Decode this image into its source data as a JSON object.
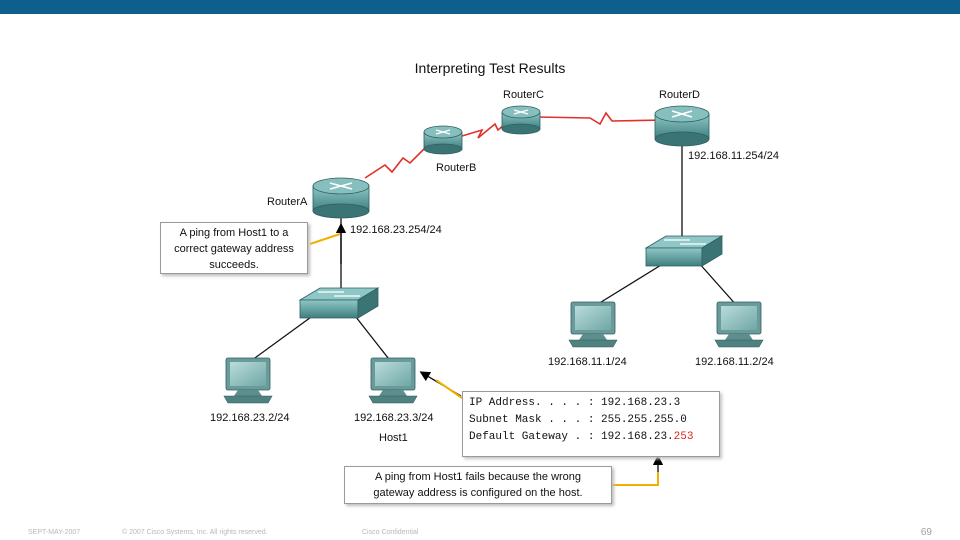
{
  "title": "Interpreting Test Results",
  "routers": {
    "a": "RouterA",
    "b": "RouterB",
    "c": "RouterC",
    "d": "RouterD"
  },
  "addresses": {
    "router_a_lan": "192.168.23.254/24",
    "router_d_lan": "192.168.11.254/24",
    "pc1": "192.168.23.2/24",
    "host1": "192.168.23.3/24",
    "pc3": "192.168.11.1/24",
    "pc4": "192.168.11.2/24"
  },
  "host1_label": "Host1",
  "callout_success": {
    "line1": "A ping from Host1 to a",
    "line2": "correct gateway address",
    "line3": "succeeds."
  },
  "callout_fail": {
    "line1": "A ping from Host1 fails because the wrong",
    "line2": "gateway address is configured on the host."
  },
  "ip_config": {
    "ip_label": "IP Address. . . . : ",
    "ip_value": "192.168.23.3",
    "mask_label": "Subnet Mask . . . : ",
    "mask_value": "255.255.255.0",
    "gw_label": "Default Gateway . : ",
    "gw_prefix": "192.168.23.",
    "gw_wrong": "253"
  },
  "footer": {
    "date": "SEPT-MAY-2007",
    "copyright": "© 2007 Cisco Systems, Inc. All rights reserved.",
    "confidential": "Cisco Confidential",
    "page": "69"
  },
  "colors": {
    "banner": "#0f5f8c",
    "serial_link": "#e0302a",
    "device": "#5f9ea0",
    "callout_pointer": "#f0b000",
    "wrong_value": "#d9261c"
  }
}
